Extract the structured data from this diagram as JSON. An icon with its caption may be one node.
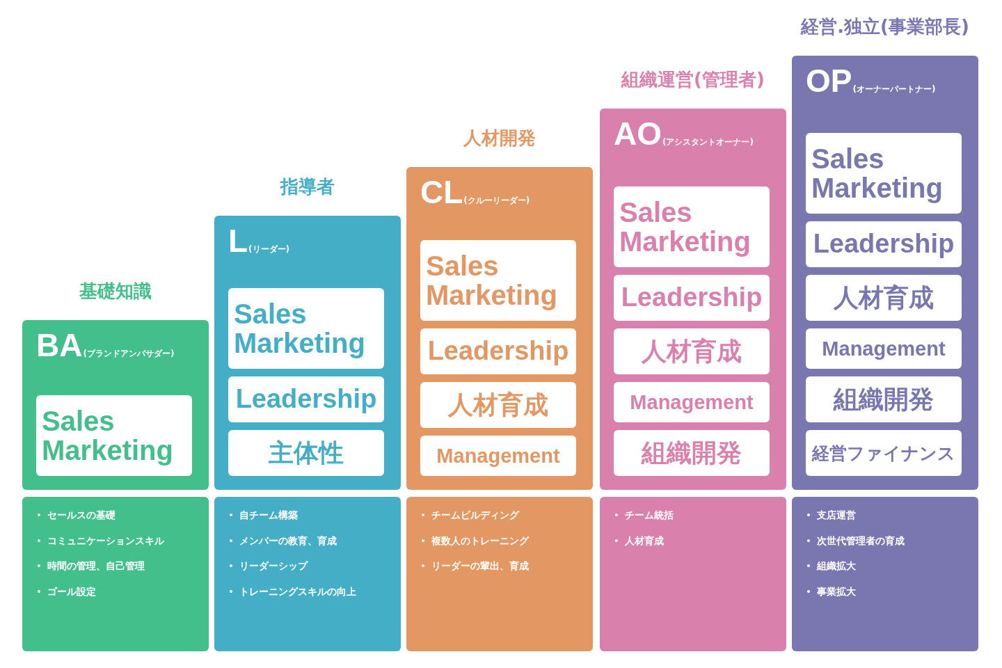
{
  "diagram": {
    "nodes": [
      {
        "text": [
          "基礎知識",
          "BA",
          "(ブランドアンバサダー)"
        ]
      },
      {
        "text": [
          "Sales Marketing"
        ],
        "in": 0
      },
      {
        "text": [
          "セールスの基礎",
          "コミュニケーションスキル",
          "時間の管理、自己管理",
          "ゴール設定"
        ]
      },
      {
        "text": [
          "指導者",
          "L",
          "(リーダー)"
        ]
      },
      {
        "text": [
          "Sales Marketing"
        ],
        "in": 3
      },
      {
        "text": [
          "Leadership"
        ],
        "in": 3
      },
      {
        "text": [
          "主体性"
        ],
        "in": 3
      },
      {
        "text": [
          "自チーム構築",
          "メンバーの教育、育成",
          "リーダーシップ",
          "トレーニングスキルの向上"
        ]
      },
      {
        "text": [
          "人材開発",
          "CL",
          "(クルーリーダー)"
        ]
      },
      {
        "text": [
          "Sales Marketing"
        ],
        "in": 8
      },
      {
        "text": [
          "Leadership"
        ],
        "in": 8
      },
      {
        "text": [
          "人材育成"
        ],
        "in": 8
      },
      {
        "text": [
          "Management"
        ],
        "in": 8
      },
      {
        "text": [
          "チームビルディング",
          "複数人のトレーニング",
          "リーダーの輩出、育成"
        ]
      },
      {
        "text": [
          "組織運営(管理者)",
          "AO",
          "(アシスタントオーナー)"
        ]
      },
      {
        "text": [
          "Sales Marketing"
        ],
        "in": 14
      },
      {
        "text": [
          "Leadership"
        ],
        "in": 14
      },
      {
        "text": [
          "人材育成"
        ],
        "in": 14
      },
      {
        "text": [
          "Management"
        ],
        "in": 14
      },
      {
        "text": [
          "組織開発"
        ],
        "in": 14
      },
      {
        "text": [
          "チーム統括",
          "人材育成"
        ]
      },
      {
        "text": [
          "経営.独立(事業部長)",
          "OP",
          "(オーナーパートナー)"
        ]
      },
      {
        "text": [
          "Sales Marketing"
        ],
        "in": 21
      },
      {
        "text": [
          "Leadership"
        ],
        "in": 21
      },
      {
        "text": [
          "人材育成"
        ],
        "in": 21
      },
      {
        "text": [
          "Management"
        ],
        "in": 21
      },
      {
        "text": [
          "組織開発"
        ],
        "in": 21
      },
      {
        "text": [
          "経営ファイナンス"
        ],
        "in": 21
      },
      {
        "text": [
          "支店運営",
          "次世代管理者の育成",
          "組織拡大",
          "事業拡大"
        ]
      }
    ]
  }
}
